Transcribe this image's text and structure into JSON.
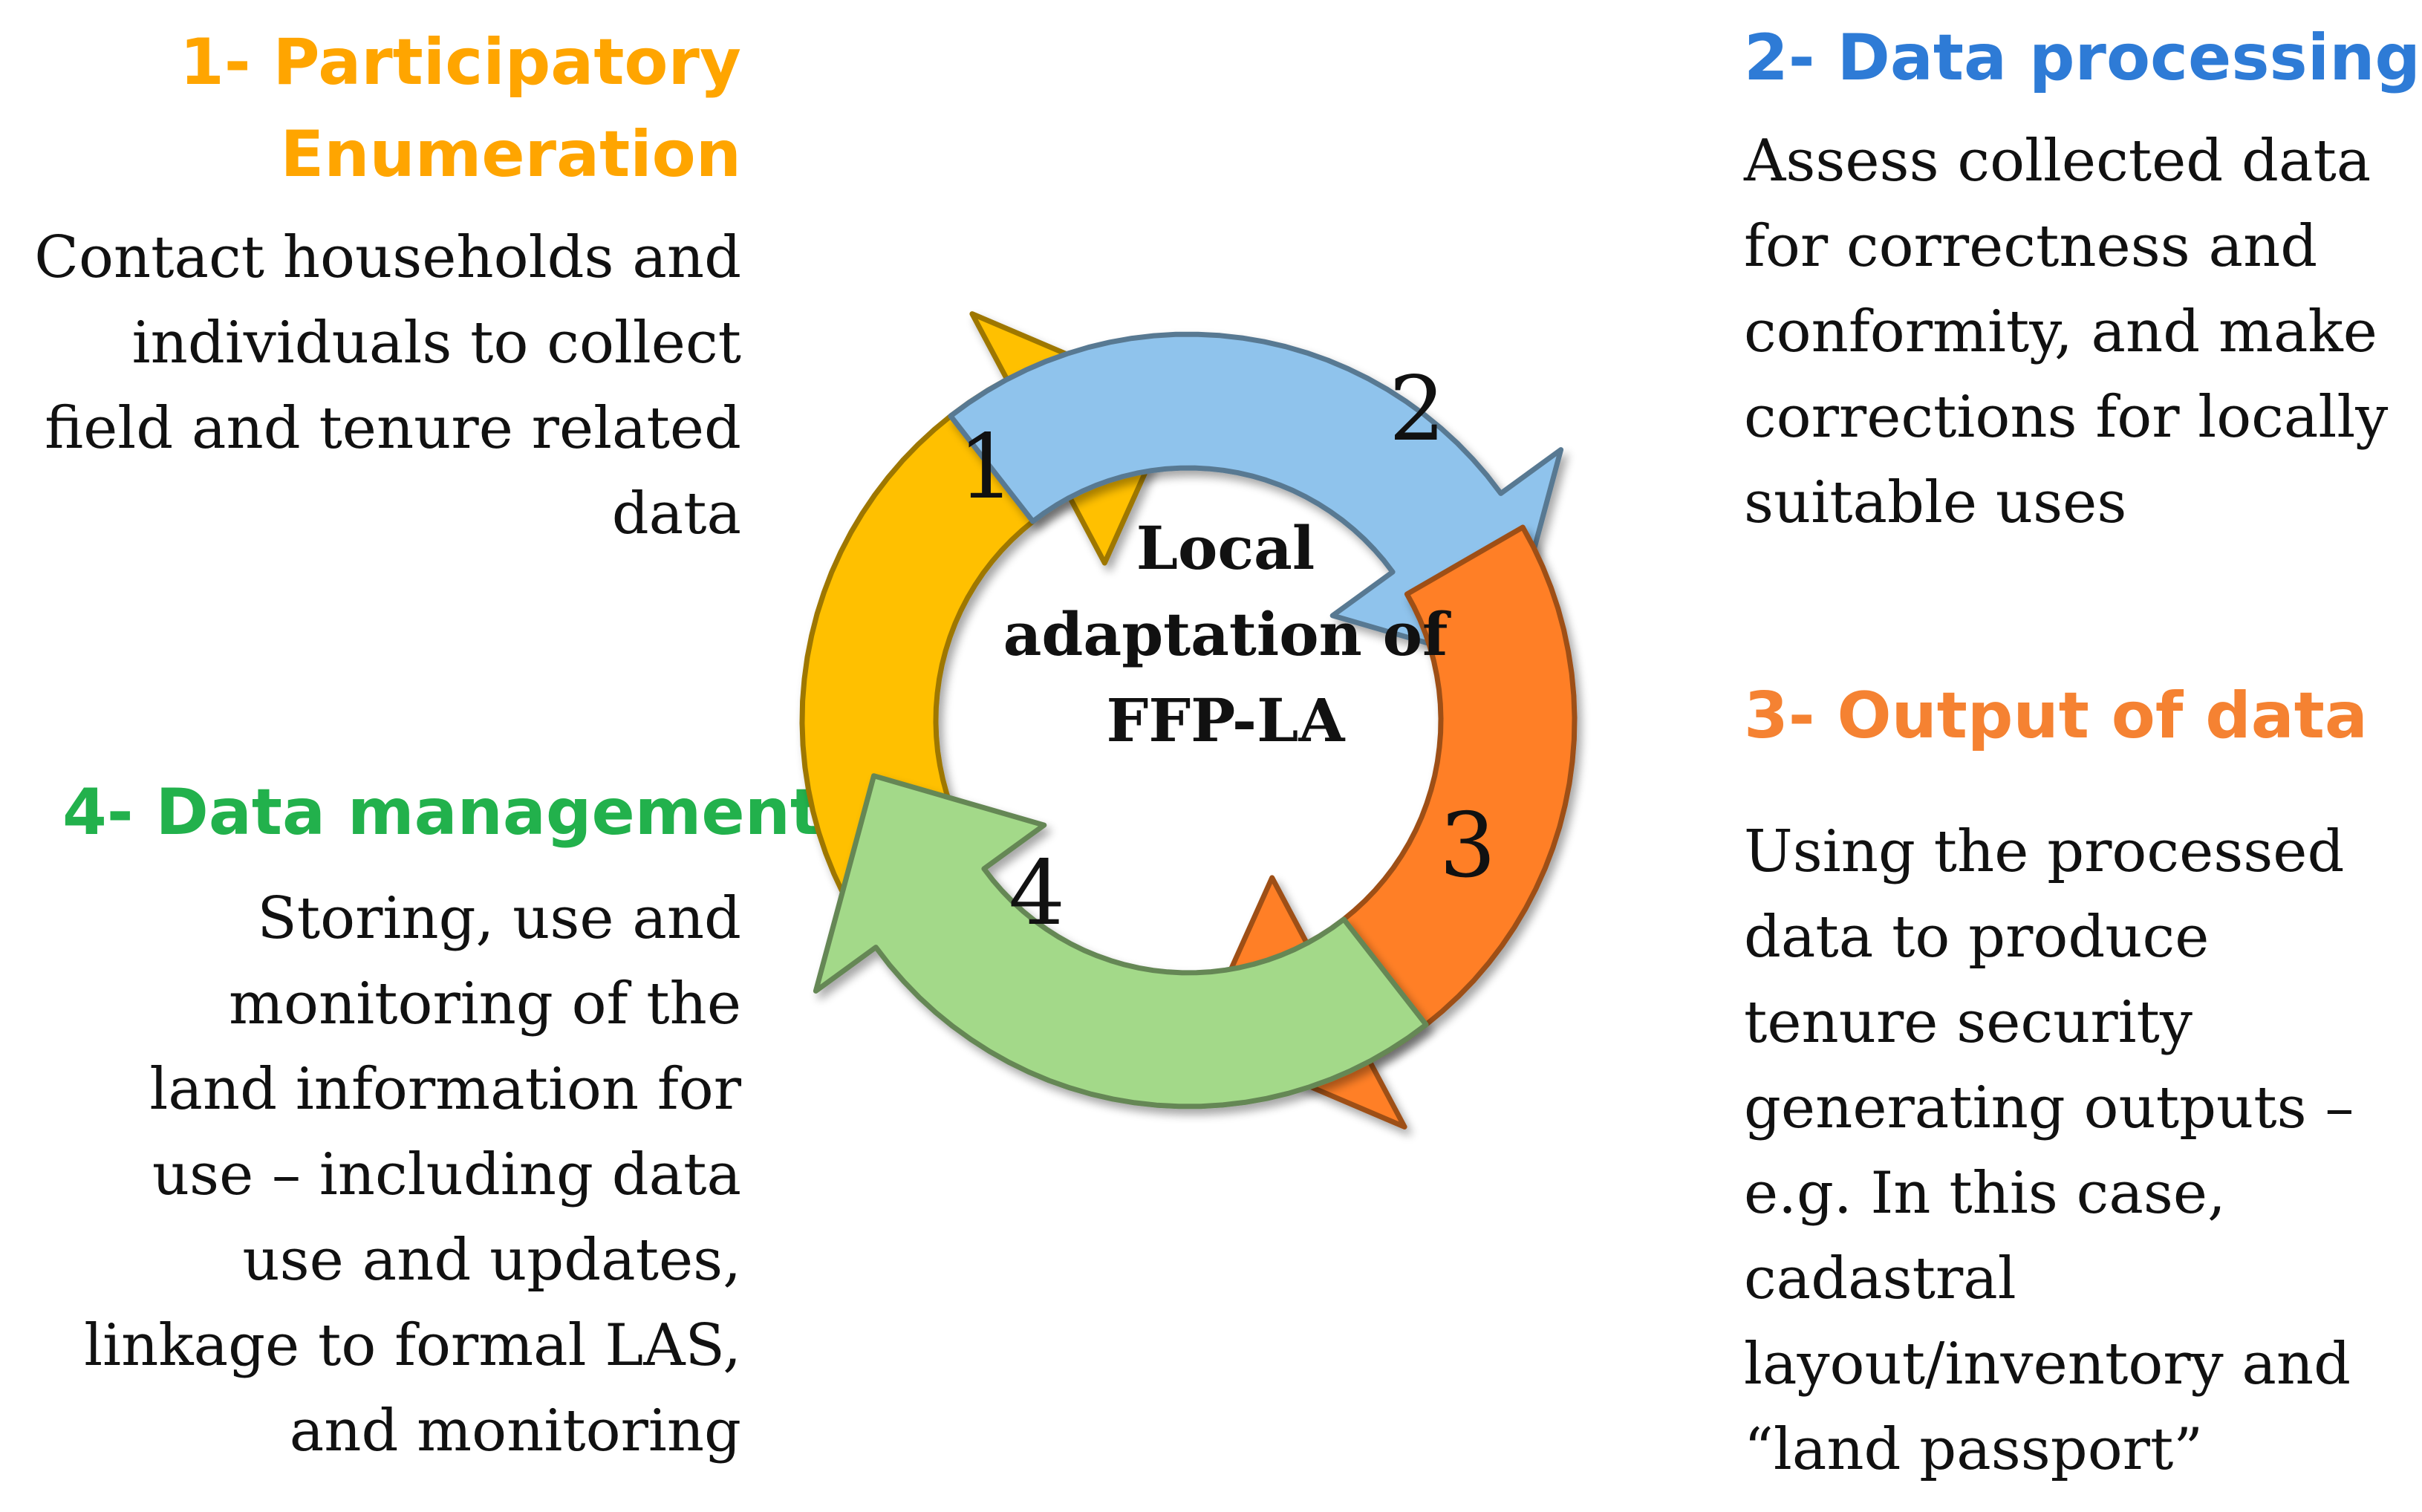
{
  "stages": [
    {
      "number": "1",
      "title_lines": [
        "1- Participatory",
        "Enumeration"
      ],
      "description_lines": [
        "Contact households and",
        "individuals to collect",
        "field and tenure related",
        "data"
      ],
      "color": "#FFA500"
    },
    {
      "number": "2",
      "title_lines": [
        "2- Data processing"
      ],
      "description_lines": [
        "Assess collected data",
        "for correctness and",
        "conformity, and make",
        "corrections for locally",
        "suitable uses"
      ],
      "color": "#2E7BD6"
    },
    {
      "number": "3",
      "title_lines": [
        "3- Output of data"
      ],
      "description_lines": [
        "Using the processed",
        "data to produce",
        "tenure security",
        "generating outputs –",
        "e.g. In this case,",
        "cadastral",
        "layout/inventory and",
        "“land passport”"
      ],
      "color": "#F58232"
    },
    {
      "number": "4",
      "title_lines": [
        "4- Data management"
      ],
      "description_lines": [
        "Storing, use and",
        "monitoring of the",
        "land information for",
        "use – including data",
        "use and updates,",
        "linkage to formal LAS,",
        "and monitoring"
      ],
      "color": "#22B14C"
    }
  ],
  "center_label_lines": [
    "Local",
    "adaptation of",
    "FFP-LA"
  ],
  "arrow_colors": {
    "arrow_1": "#FFC000",
    "arrow_2": "#8FC3EC",
    "arrow_3": "#FF7F27",
    "arrow_4": "#A3D989"
  }
}
